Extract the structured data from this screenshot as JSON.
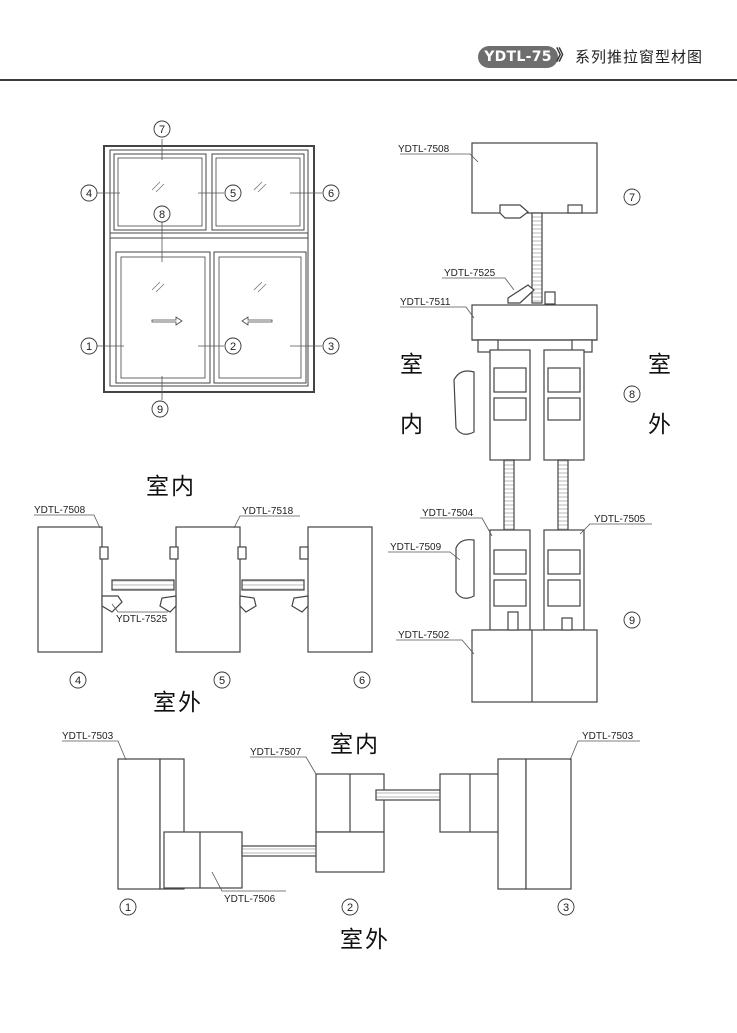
{
  "header": {
    "series_badge": "YDTL-75",
    "chevrons": "》",
    "title": "系列推拉窗型材图"
  },
  "circled": {
    "n1": "1",
    "n2": "2",
    "n3": "3",
    "n4": "4",
    "n5": "5",
    "n6": "6",
    "n7": "7",
    "n8": "8",
    "n9": "9"
  },
  "labels": {
    "y7508_right": "YDTL-7508",
    "y7525_right": "YDTL-7525",
    "y7511": "YDTL-7511",
    "y7504": "YDTL-7504",
    "y7505": "YDTL-7505",
    "y7509": "YDTL-7509",
    "y7502": "YDTL-7502",
    "y7508_mid": "YDTL-7508",
    "y7518": "YDTL-7518",
    "y7525_mid": "YDTL-7525",
    "y7503_left": "YDTL-7503",
    "y7503_right": "YDTL-7503",
    "y7507": "YDTL-7507",
    "y7506": "YDTL-7506"
  },
  "side_labels": {
    "indoor": "室内",
    "outdoor": "室外",
    "shi": "室",
    "nei": "内",
    "wai": "外"
  }
}
